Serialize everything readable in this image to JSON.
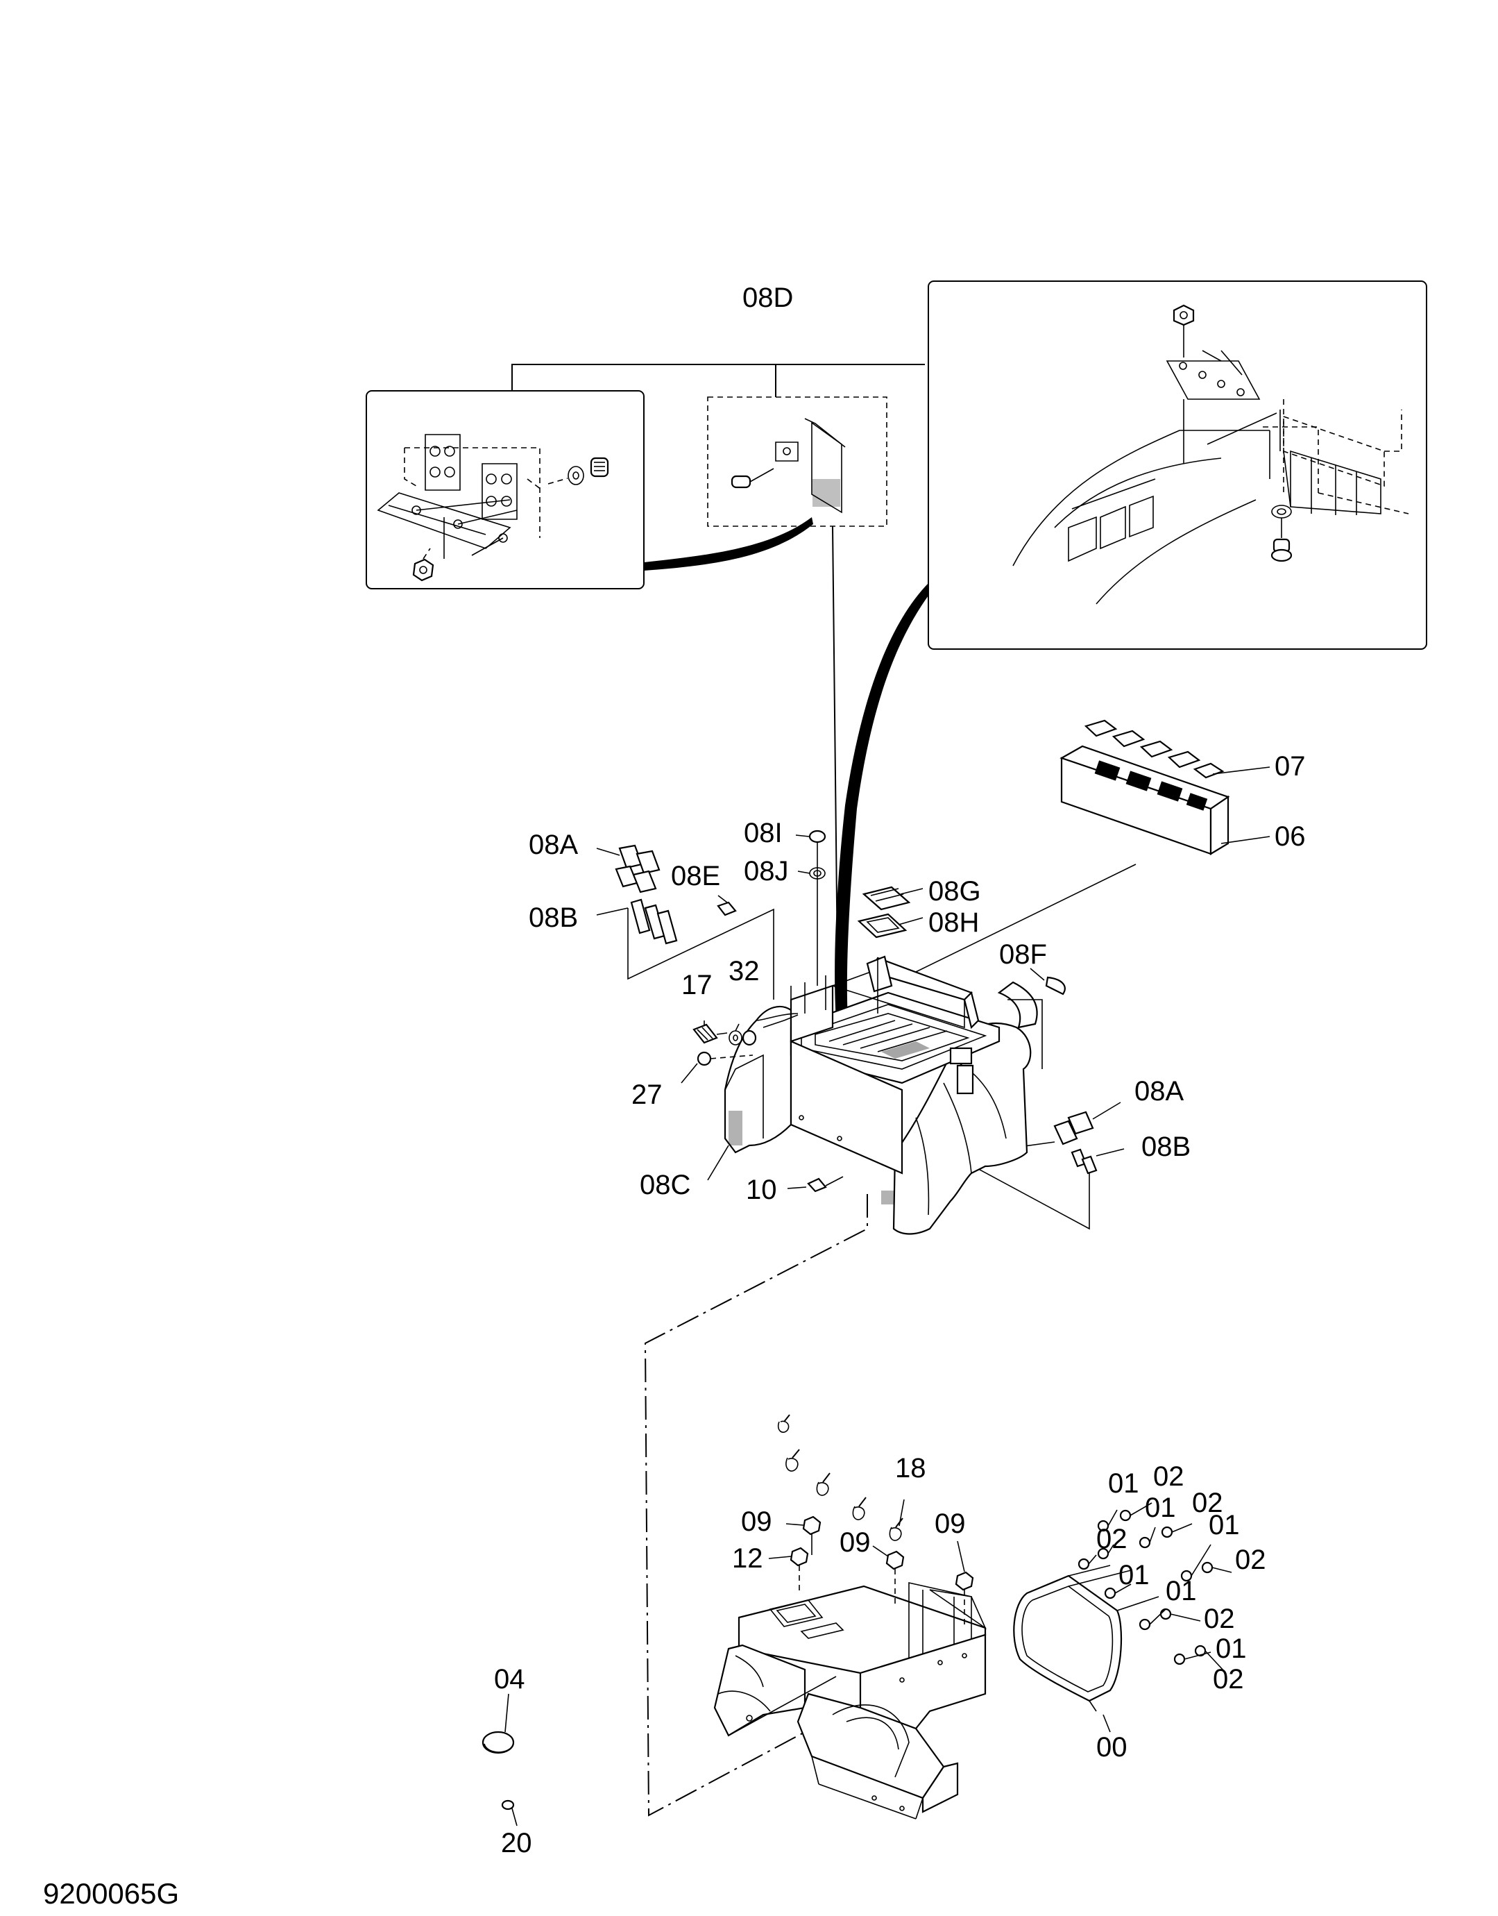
{
  "drawing": {
    "code": "9200065G"
  },
  "labels": [
    {
      "id": "08D",
      "text": "08D"
    },
    {
      "id": "07",
      "text": "07"
    },
    {
      "id": "06",
      "text": "06"
    },
    {
      "id": "08A_left",
      "text": "08A"
    },
    {
      "id": "08I",
      "text": "08I"
    },
    {
      "id": "08E",
      "text": "08E"
    },
    {
      "id": "08J",
      "text": "08J"
    },
    {
      "id": "08B_left",
      "text": "08B"
    },
    {
      "id": "08G",
      "text": "08G"
    },
    {
      "id": "08H",
      "text": "08H"
    },
    {
      "id": "17",
      "text": "17"
    },
    {
      "id": "32",
      "text": "32"
    },
    {
      "id": "08F",
      "text": "08F"
    },
    {
      "id": "27",
      "text": "27"
    },
    {
      "id": "08A_right",
      "text": "08A"
    },
    {
      "id": "08B_right",
      "text": "08B"
    },
    {
      "id": "08C",
      "text": "08C"
    },
    {
      "id": "10",
      "text": "10"
    },
    {
      "id": "18",
      "text": "18"
    },
    {
      "id": "09_a",
      "text": "09"
    },
    {
      "id": "09_b",
      "text": "09"
    },
    {
      "id": "09_c",
      "text": "09"
    },
    {
      "id": "12",
      "text": "12"
    },
    {
      "id": "01_a",
      "text": "01"
    },
    {
      "id": "02_a",
      "text": "02"
    },
    {
      "id": "01_b",
      "text": "01"
    },
    {
      "id": "02_b",
      "text": "02"
    },
    {
      "id": "02_c",
      "text": "02"
    },
    {
      "id": "01_c",
      "text": "01"
    },
    {
      "id": "02_d",
      "text": "02"
    },
    {
      "id": "01_d",
      "text": "01"
    },
    {
      "id": "01_e",
      "text": "01"
    },
    {
      "id": "02_e",
      "text": "02"
    },
    {
      "id": "01_f",
      "text": "01"
    },
    {
      "id": "02_f",
      "text": "02"
    },
    {
      "id": "04",
      "text": "04"
    },
    {
      "id": "00",
      "text": "00"
    },
    {
      "id": "20",
      "text": "20"
    }
  ]
}
